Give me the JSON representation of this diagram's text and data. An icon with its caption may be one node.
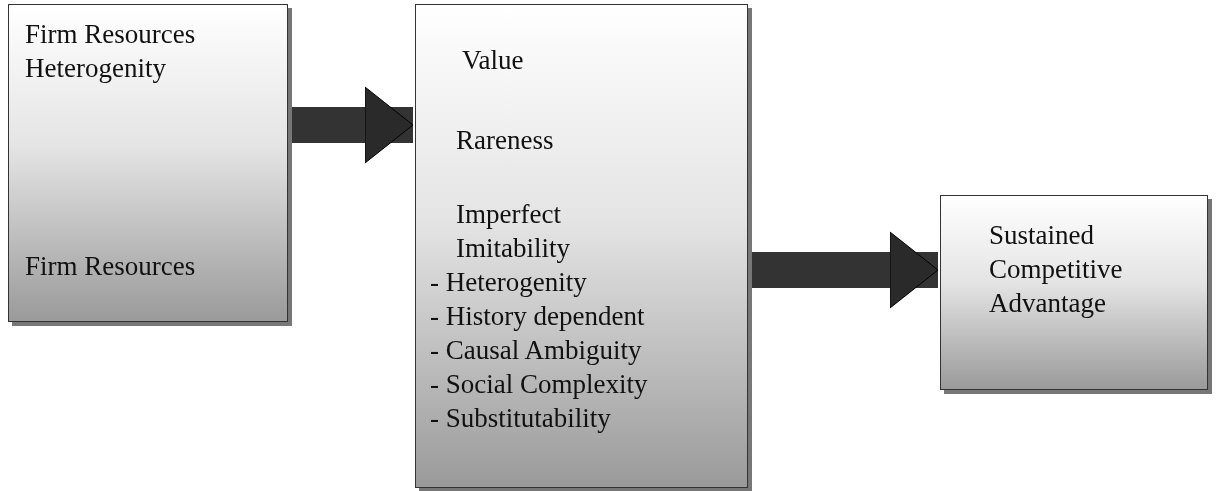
{
  "diagram": {
    "nodes": [
      {
        "text": [
          "Firm Resources Heterogenity",
          "Firm Resources"
        ]
      },
      {
        "text": [
          "Value",
          "Rareness",
          "Imperfect Imitability",
          "- Heterogenity",
          "- History dependent",
          "- Causal Ambiguity",
          "- Social Complexity",
          "- Substitutability"
        ]
      },
      {
        "text": [
          "Sustained Competitive Advantage"
        ]
      }
    ],
    "edges": [
      {
        "from": 0,
        "to": 1,
        "arrow": "to"
      },
      {
        "from": 1,
        "to": 2,
        "arrow": "to"
      }
    ]
  }
}
